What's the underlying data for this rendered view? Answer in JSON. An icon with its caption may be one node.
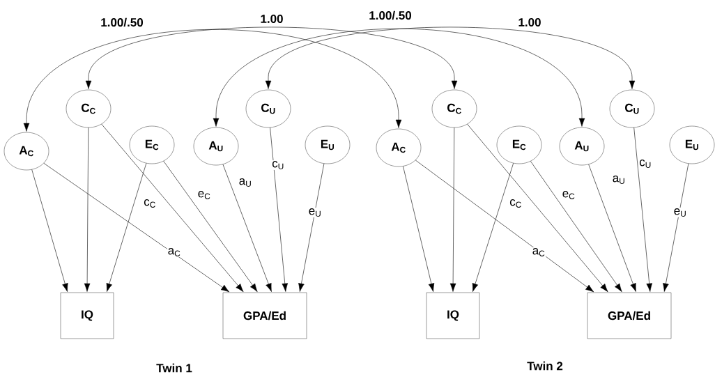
{
  "diagram": {
    "nodes": [
      {
        "text": [
          "A$_{C}$"
        ]
      },
      {
        "text": [
          "C$_{C}$"
        ]
      },
      {
        "text": [
          "E$_{C}$"
        ]
      },
      {
        "text": [
          "A$_{U}$"
        ]
      },
      {
        "text": [
          "C$_{U}$"
        ]
      },
      {
        "text": [
          "E$_{U}$"
        ]
      },
      {
        "text": [
          "IQ"
        ]
      },
      {
        "text": [
          "GPA/Ed"
        ]
      },
      {
        "text": [
          "A$_{C}$"
        ]
      },
      {
        "text": [
          "C$_{C}$"
        ]
      },
      {
        "text": [
          "E$_{C}$"
        ]
      },
      {
        "text": [
          "A$_{U}$"
        ]
      },
      {
        "text": [
          "C$_{U}$"
        ]
      },
      {
        "text": [
          "E$_{U}$"
        ]
      },
      {
        "text": [
          "IQ"
        ]
      },
      {
        "text": [
          "GPA/Ed"
        ]
      }
    ],
    "edges": [
      {
        "from": 0,
        "to": 6,
        "arrow": "to"
      },
      {
        "from": 0,
        "to": 7,
        "arrow": "to",
        "label": "a$_{C}$"
      },
      {
        "from": 1,
        "to": 6,
        "arrow": "to"
      },
      {
        "from": 1,
        "to": 7,
        "arrow": "to",
        "label": "c$_{C}$"
      },
      {
        "from": 2,
        "to": 6,
        "arrow": "to"
      },
      {
        "from": 2,
        "to": 7,
        "arrow": "to",
        "label": "e$_{C}$"
      },
      {
        "from": 3,
        "to": 7,
        "arrow": "to",
        "label": "a$_{U}$"
      },
      {
        "from": 4,
        "to": 7,
        "arrow": "to",
        "label": "c$_{U}$"
      },
      {
        "from": 5,
        "to": 7,
        "arrow": "to",
        "label": "e$_{U}$"
      },
      {
        "from": 8,
        "to": 14,
        "arrow": "to"
      },
      {
        "from": 8,
        "to": 15,
        "arrow": "to",
        "label": "a$_{C}$"
      },
      {
        "from": 9,
        "to": 14,
        "arrow": "to"
      },
      {
        "from": 9,
        "to": 15,
        "arrow": "to",
        "label": "c$_{C}$"
      },
      {
        "from": 10,
        "to": 14,
        "arrow": "to"
      },
      {
        "from": 10,
        "to": 15,
        "arrow": "to",
        "label": "e$_{C}$"
      },
      {
        "from": 11,
        "to": 15,
        "arrow": "to",
        "label": "a$_{U}$"
      },
      {
        "from": 12,
        "to": 15,
        "arrow": "to",
        "label": "c$_{U}$"
      },
      {
        "from": 13,
        "to": 15,
        "arrow": "to",
        "label": "e$_{U}$"
      },
      {
        "from": 0,
        "to": 8,
        "arrow": "both",
        "label": "1.00/.50"
      },
      {
        "from": 1,
        "to": 9,
        "arrow": "both",
        "label": "1.00"
      },
      {
        "from": 3,
        "to": 11,
        "arrow": "both",
        "label": "1.00/.50"
      },
      {
        "from": 4,
        "to": 12,
        "arrow": "both",
        "label": "1.00"
      }
    ],
    "labels": [
      "Twin 1",
      "Twin 2"
    ]
  }
}
